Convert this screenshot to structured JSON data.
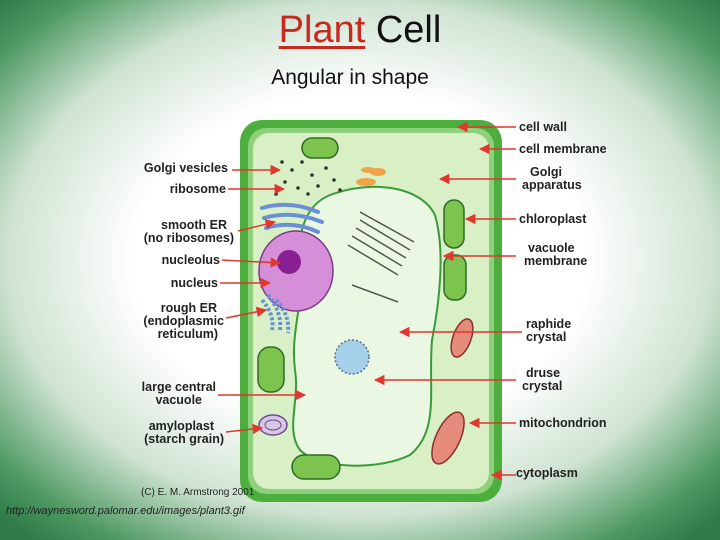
{
  "title": {
    "word1": "Plant",
    "word2": "Cell"
  },
  "subtitle": "Angular in shape",
  "labels_left": {
    "golgi_vesicles": "Golgi vesicles",
    "ribosome": "ribosome",
    "smooth_er_1": "smooth ER",
    "smooth_er_2": "(no ribosomes)",
    "nucleolus": "nucleolus",
    "nucleus": "nucleus",
    "rough_er_1": "rough ER",
    "rough_er_2": "(endoplasmic",
    "rough_er_3": "reticulum)",
    "vacuole_1": "large central",
    "vacuole_2": "vacuole",
    "amyloplast_1": "amyloplast",
    "amyloplast_2": "(starch grain)"
  },
  "labels_right": {
    "cell_wall": "cell wall",
    "cell_membrane": "cell membrane",
    "golgi_1": "Golgi",
    "golgi_2": "apparatus",
    "chloroplast": "chloroplast",
    "vac_membrane_1": "vacuole",
    "vac_membrane_2": "membrane",
    "raphide_1": "raphide",
    "raphide_2": "crystal",
    "druse_1": "druse",
    "druse_2": "crystal",
    "mitochondrion": "mitochondrion",
    "cytoplasm": "cytoplasm"
  },
  "copyright": "(C) E. M. Armstrong 2001",
  "source": "http://waynesword.palomar.edu/images/plant3.gif",
  "colors": {
    "accent_red": "#c8281e",
    "arrow_red": "#e0372f",
    "wall_green": "#4cae3c",
    "cytoplasm": "#d9f0c6",
    "vacuole": "#eaf7e2",
    "nucleus": "#d58fd8"
  }
}
